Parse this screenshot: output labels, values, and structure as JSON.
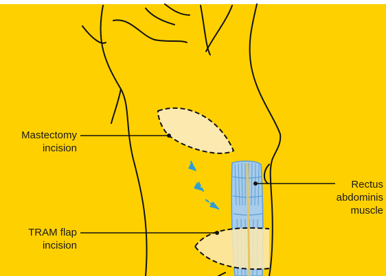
{
  "colors": {
    "background": "#FFD000",
    "incision_fill": "#FCE9B0",
    "muscle_fill": "#A8CCEA",
    "muscle_lines": "#5A9ED6",
    "arrow": "#2A9FD6",
    "flap_line": "#E8C55A",
    "outline": "#111111"
  },
  "labels": {
    "mastectomy_line1": "Mastectomy",
    "mastectomy_line2": "incision",
    "tram_line1": "TRAM flap",
    "tram_line2": "incision",
    "rectus_line1": "Rectus",
    "rectus_line2": "abdominis",
    "rectus_line3": "muscle"
  }
}
